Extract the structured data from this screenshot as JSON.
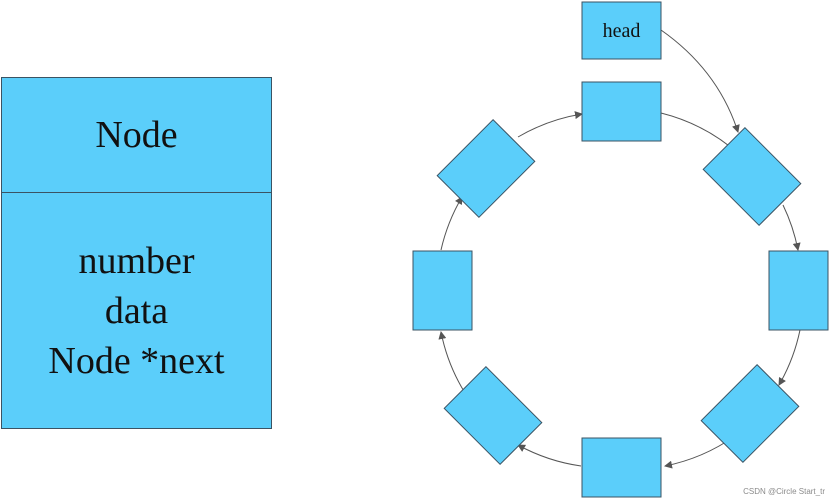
{
  "colors": {
    "node_fill": "#5bcefa",
    "stroke": "#3b5363",
    "arrow": "#555555"
  },
  "struct": {
    "title": "Node",
    "fields": [
      "number",
      "data",
      "Node *next"
    ]
  },
  "ring": {
    "head_label": "head",
    "node_count": 8
  },
  "watermark": "CSDN @Circle Start_tr"
}
